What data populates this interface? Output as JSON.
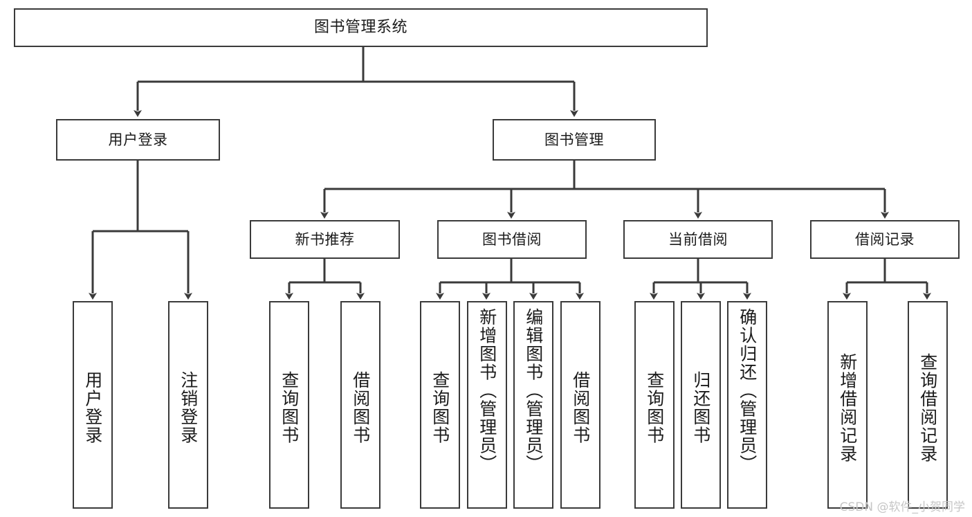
{
  "diagram": {
    "type": "tree-hierarchy",
    "title": "图书管理系统",
    "watermark": "CSDN @软件_小贺同学",
    "colors": {
      "box_border": "#3a3a3a",
      "connector": "#3a3a3a",
      "background": "#ffffff",
      "text": "#1b1b1b",
      "watermark": "#c6c6c6"
    },
    "root": {
      "label": "图书管理系统"
    },
    "level1": [
      {
        "label": "用户登录"
      },
      {
        "label": "图书管理"
      }
    ],
    "level2": [
      {
        "label": "新书推荐"
      },
      {
        "label": "图书借阅"
      },
      {
        "label": "当前借阅"
      },
      {
        "label": "借阅记录"
      }
    ],
    "leaves": {
      "user_login": [
        {
          "label": "用户登录"
        },
        {
          "label": "注销登录"
        }
      ],
      "new_book_recommend": [
        {
          "label": "查询图书"
        },
        {
          "label": "借阅图书"
        }
      ],
      "book_borrow": [
        {
          "label": "查询图书"
        },
        {
          "label": "新增图书（管理员）"
        },
        {
          "label": "编辑图书（管理员）"
        },
        {
          "label": "借阅图书"
        }
      ],
      "current_borrow": [
        {
          "label": "查询图书"
        },
        {
          "label": "归还图书"
        },
        {
          "label": "确认归还（管理员）"
        }
      ],
      "borrow_record": [
        {
          "label": "新增借阅记录"
        },
        {
          "label": "查询借阅记录"
        }
      ]
    }
  }
}
